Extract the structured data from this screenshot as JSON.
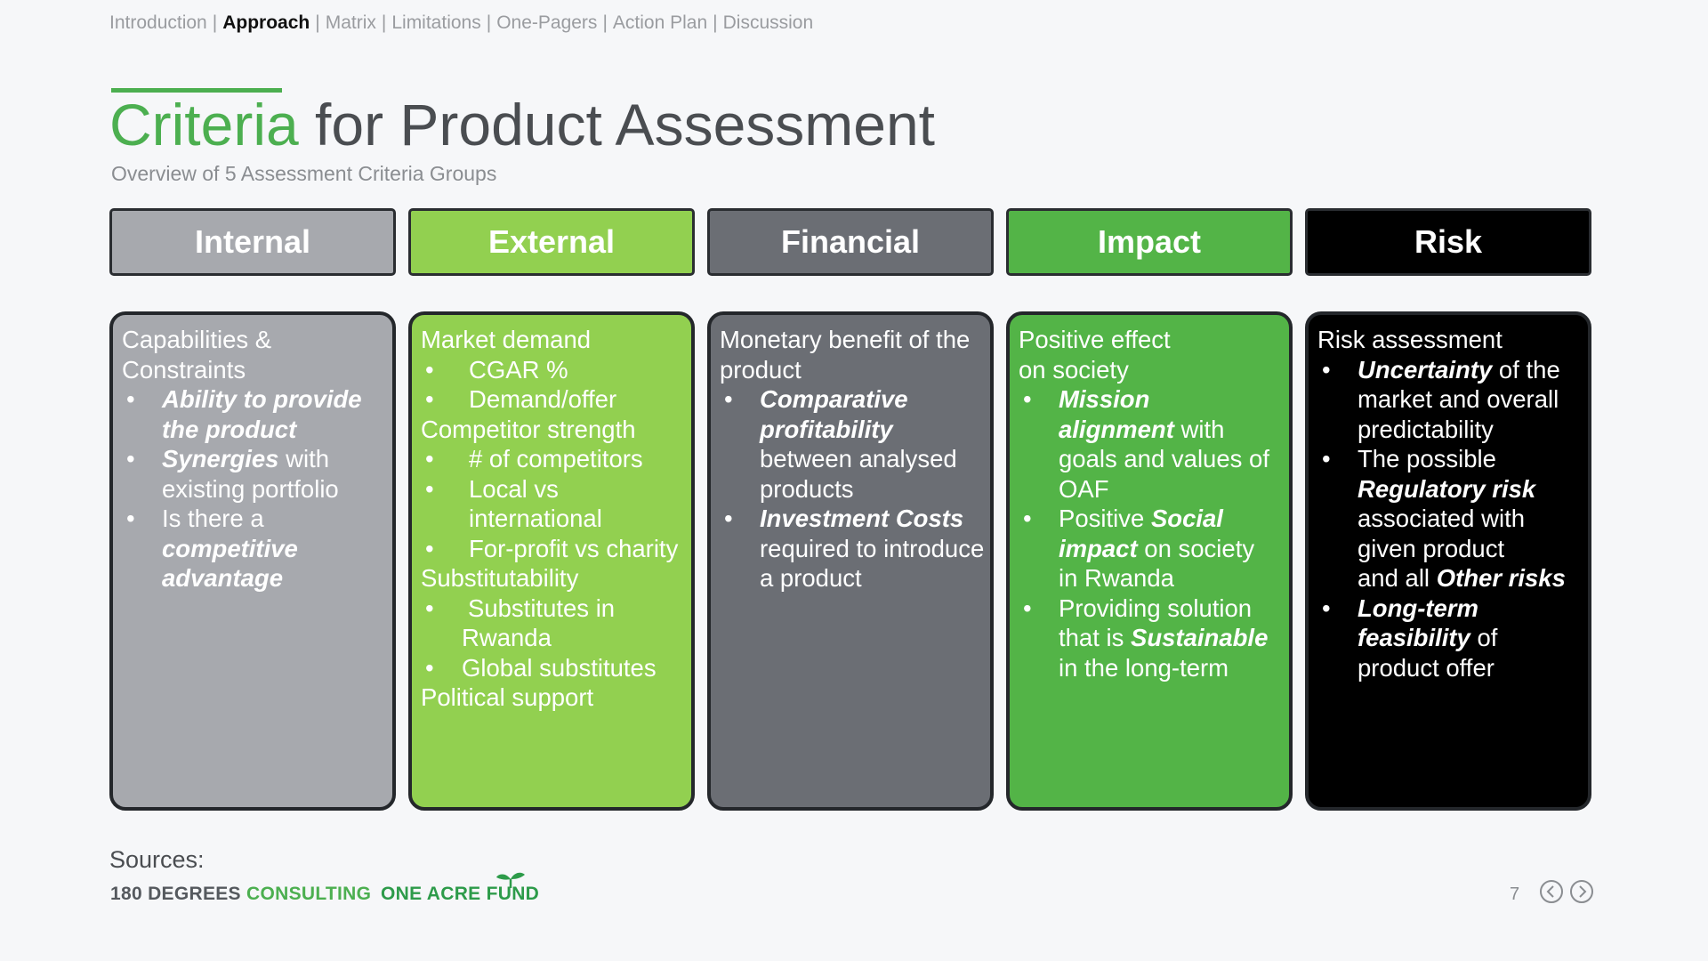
{
  "nav": {
    "items": [
      "Introduction",
      "Approach",
      "Matrix",
      "Limitations",
      "One-Pagers",
      "Action Plan",
      "Discussion"
    ],
    "separator": "|",
    "active": "Approach"
  },
  "title": {
    "accent": "Criteria",
    "rest": " for Product Assessment"
  },
  "subtitle": "Overview of 5 Assessment Criteria Groups",
  "columns": [
    {
      "header": "Internal",
      "color": "#a7a9ae"
    },
    {
      "header": "External",
      "color": "#92d050"
    },
    {
      "header": "Financial",
      "color": "#6b6e74"
    },
    {
      "header": "Impact",
      "color": "#53b447"
    },
    {
      "header": "Risk",
      "color": "#000000"
    }
  ],
  "panels": {
    "internal": {
      "line1": "Capabilities &",
      "line2": "Constraints",
      "b1a": "Ability to provide",
      "b1b": "the product",
      "b2_em": "Synergies",
      "b2_rest": " with",
      "b2c": "existing portfolio",
      "b3": "Is there a",
      "b3_em1": "competitive",
      "b3_em2": "advantage"
    },
    "external": {
      "h1": "Market demand",
      "b1": "CGAR %",
      "b2": "Demand/offer",
      "h2": "Competitor strength",
      "b3": "# of competitors",
      "b4a": "Local vs",
      "b4b": "international",
      "b5": "For-profit vs charity",
      "h3": "Substitutability",
      "b6a": "Substitutes in",
      "b6b": "Rwanda",
      "b7": "Global substitutes",
      "h4": "Political support"
    },
    "financial": {
      "line1": "Monetary benefit of the",
      "line2": "product",
      "b1a": "Comparative",
      "b1b": "profitability",
      "b1c": "between analysed",
      "b1d": "products",
      "b2_em": "Investment Costs",
      "b2b": "required to introduce",
      "b2c": "a product"
    },
    "impact": {
      "line1": "Positive effect",
      "line2": "on society",
      "b1a": "Mission",
      "b1b_em": "alignment",
      "b1b_rest": " with",
      "b1c": "goals and values of",
      "b1d": "OAF",
      "b2_pre": "Positive ",
      "b2_em1": "Social",
      "b2_em2": "impact",
      "b2_rest": " on society",
      "b2c": "in Rwanda",
      "b3": "Providing solution",
      "b3b_pre": "that is ",
      "b3b_em": "Sustainable",
      "b3c": "in the long-term"
    },
    "risk": {
      "line1": "Risk assessment",
      "b1_em": "Uncertainty",
      "b1_rest": " of the",
      "b1b": "market and overall",
      "b1c": "predictability",
      "b2": "The possible",
      "b2b_em": "Regulatory risk",
      "b2c": "associated with",
      "b2d": "given product",
      "b2e_pre": "and all ",
      "b2e_em": "Other risks",
      "b3_em": "Long-term",
      "b3b_em": "feasibility",
      "b3b_rest": " of",
      "b3c": "product offer"
    }
  },
  "footer": {
    "sources": "Sources:",
    "logo1_a": "180 DEGREES ",
    "logo1_b": "CONSULTING",
    "logo2": "ONE ACRE FUND",
    "page": "7",
    "prev_icon": "chevron-left-icon",
    "next_icon": "chevron-right-icon"
  }
}
